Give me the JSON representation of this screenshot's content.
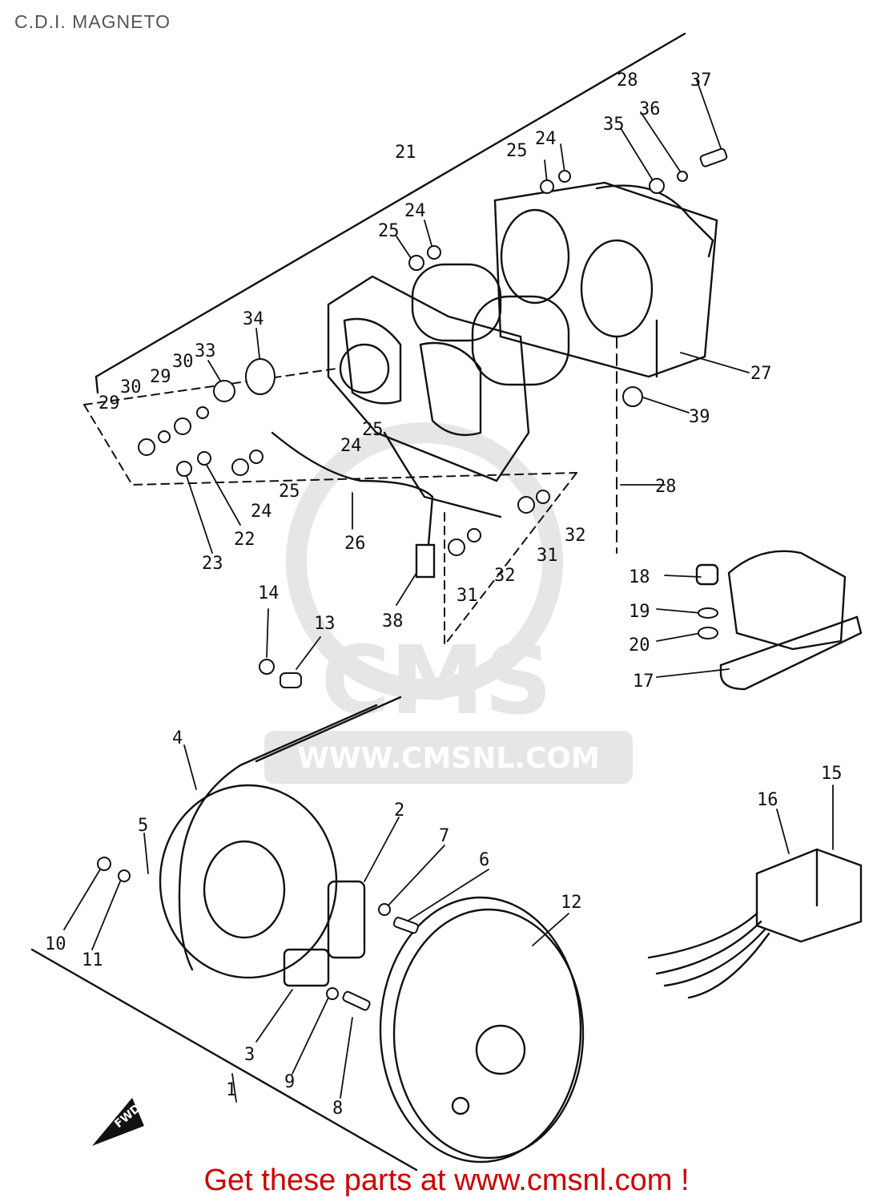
{
  "title": "C.D.I. MAGNETO",
  "footer": "Get these parts at www.cmsnl.com !",
  "watermark": {
    "brand": "CMS",
    "url": "WWW.CMSNL.COM"
  },
  "badge": "FWD",
  "colors": {
    "footer": "#cc0000",
    "title": "#555555",
    "ink": "#111111",
    "watermark": "#e6e6e6"
  },
  "callouts": [
    "1",
    "2",
    "3",
    "4",
    "5",
    "6",
    "7",
    "8",
    "9",
    "10",
    "11",
    "12",
    "13",
    "14",
    "15",
    "16",
    "17",
    "18",
    "19",
    "20",
    "21",
    "22",
    "23",
    "24",
    "24",
    "24",
    "24",
    "25",
    "25",
    "25",
    "25",
    "26",
    "27",
    "28",
    "28",
    "29",
    "29",
    "30",
    "30",
    "31",
    "31",
    "32",
    "32",
    "33",
    "34",
    "35",
    "36",
    "37",
    "38",
    "39"
  ]
}
